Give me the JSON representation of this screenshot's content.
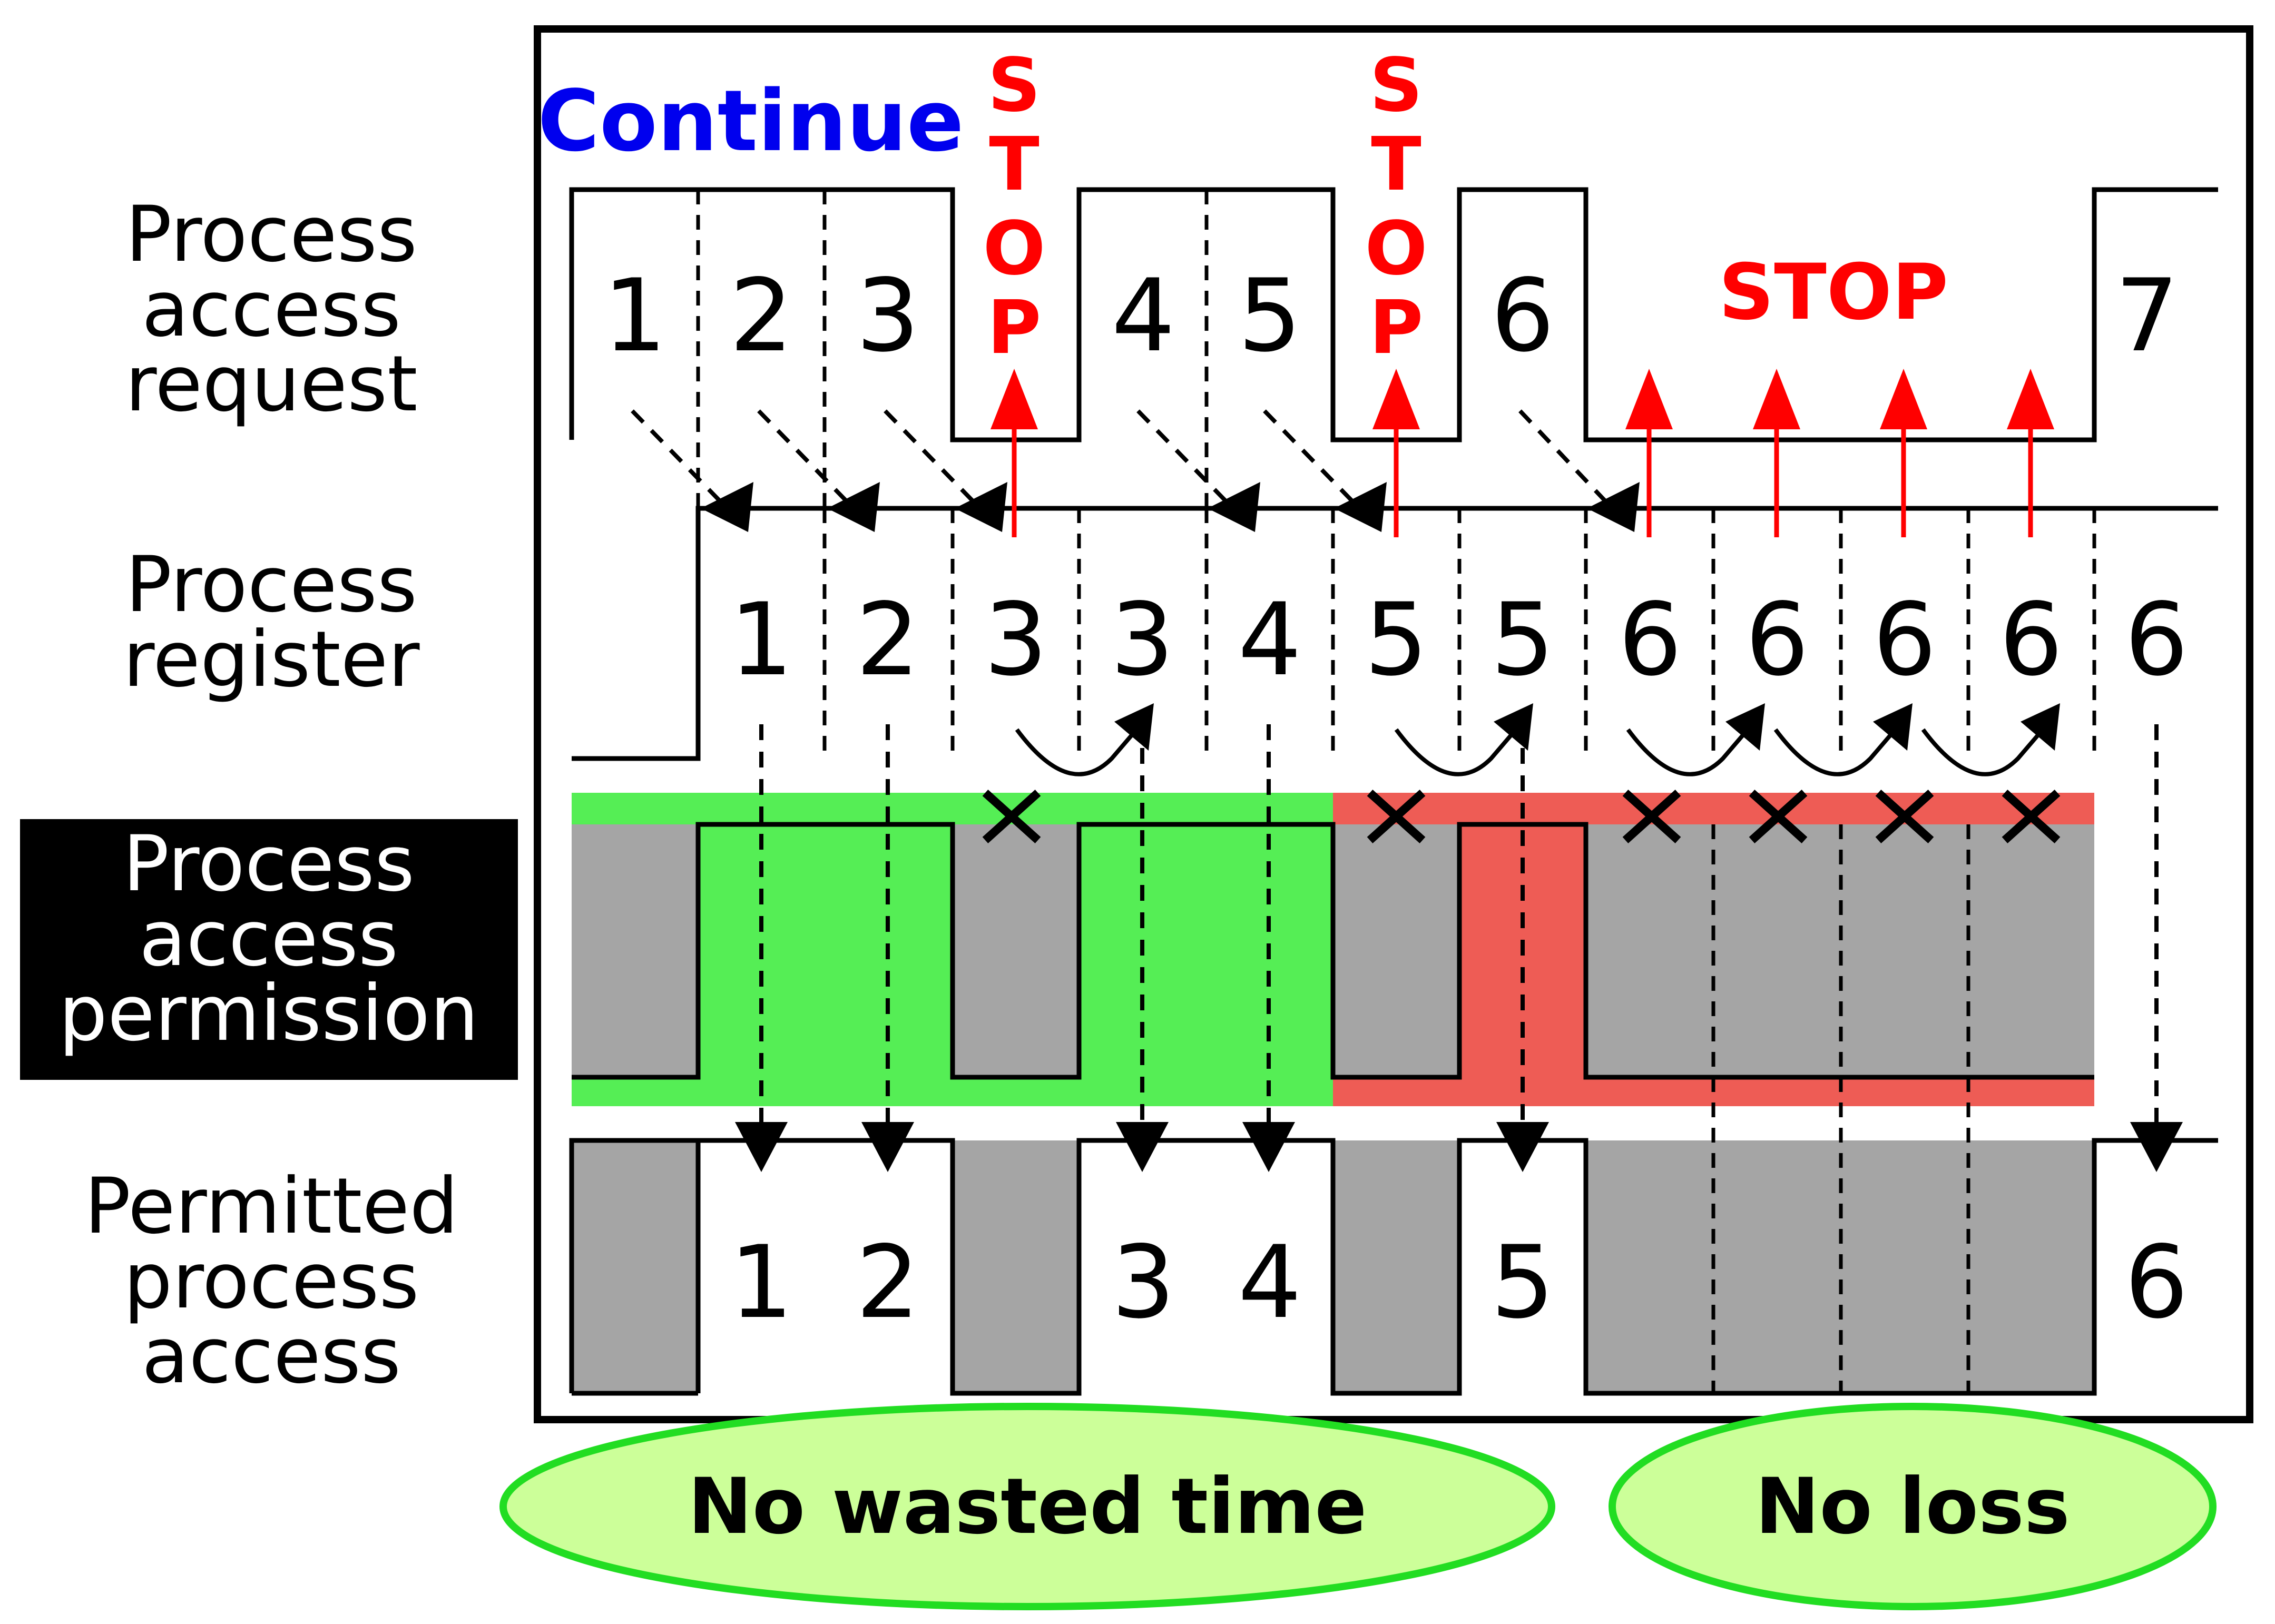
{
  "row_labels": {
    "request": [
      "Process",
      "access",
      "request"
    ],
    "register": [
      "Process",
      "register"
    ],
    "permission": [
      "Process",
      "access",
      "permission"
    ],
    "permitted": [
      "Permitted",
      "process",
      "access"
    ]
  },
  "continue_label": "Continue",
  "stop_vertical": [
    "S",
    "T",
    "O",
    "P"
  ],
  "stop_horizontal": "STOP",
  "request_numbers": [
    "1",
    "2",
    "3",
    "4",
    "5",
    "6",
    "7"
  ],
  "register_numbers": [
    "1",
    "2",
    "3",
    "3",
    "4",
    "5",
    "5",
    "6",
    "6",
    "6",
    "6",
    "6"
  ],
  "permitted_numbers": [
    "1",
    "2",
    "3",
    "4",
    "5",
    "6"
  ],
  "badges": {
    "no_wasted_time": "No wasted time",
    "no_loss": "No loss"
  },
  "colors": {
    "green": "#55ee55",
    "red": "#ee5c55",
    "gray": "#a5a5a5",
    "badge_fill": "#ccff99",
    "badge_stroke": "#22dd22",
    "stop": "#ff0000",
    "continue": "#0000ee"
  }
}
